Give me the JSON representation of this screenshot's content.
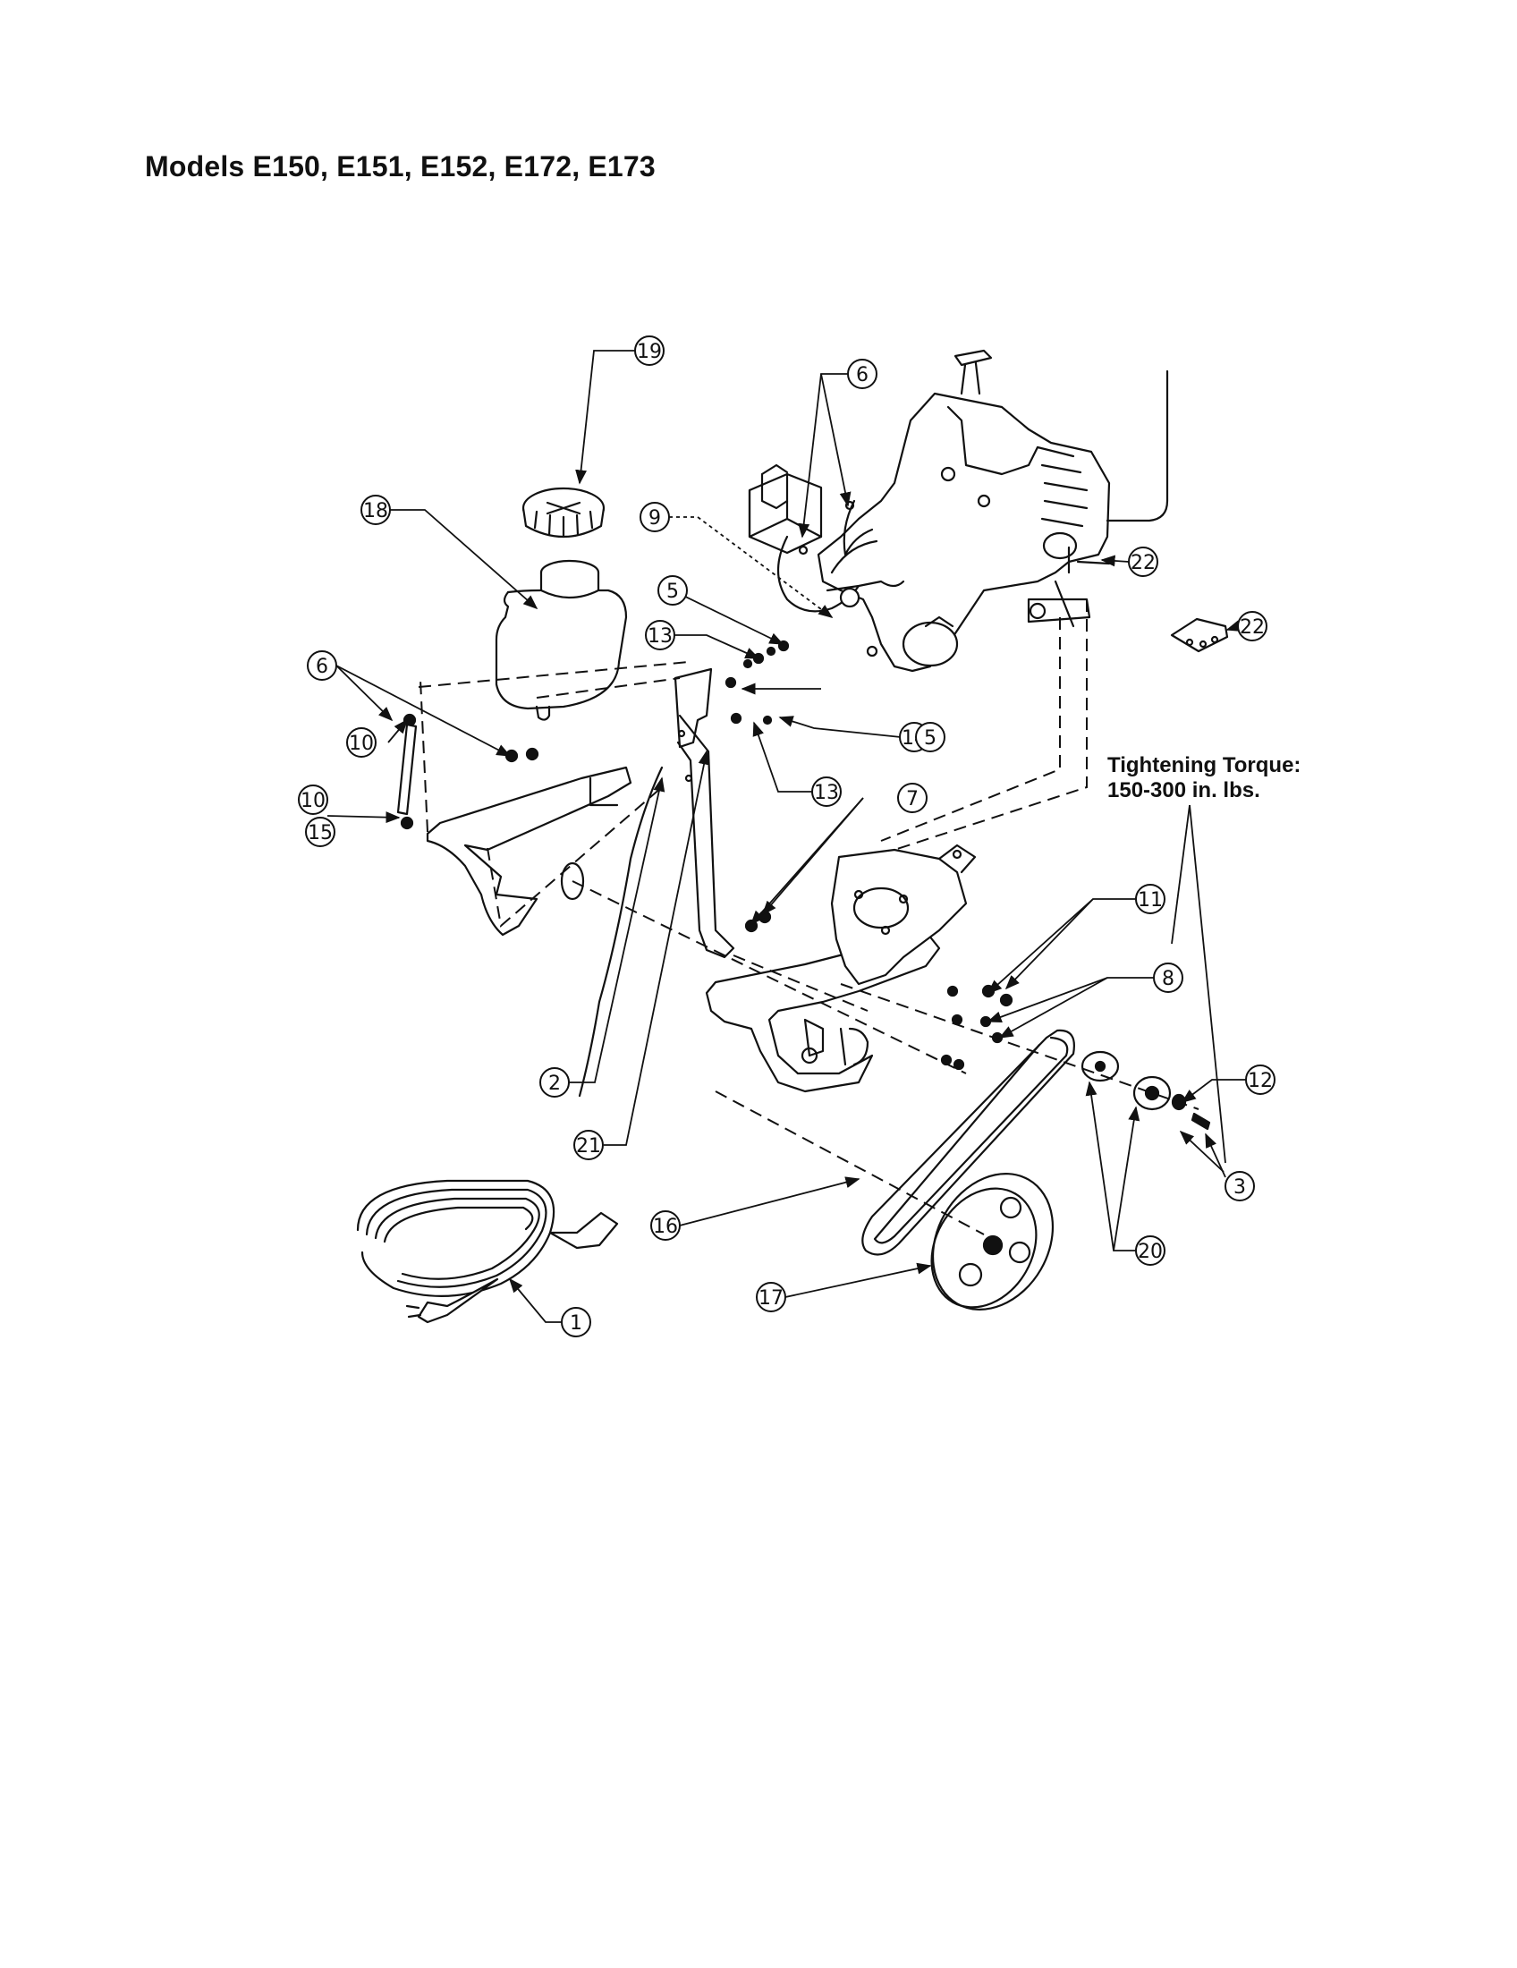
{
  "page": {
    "title": "Models E150, E151, E152, E172, E173"
  },
  "torque_note": {
    "line1": "Tightening Torque:",
    "line2": "150-300 in. lbs."
  },
  "callouts": [
    {
      "id": "c1",
      "label": "1"
    },
    {
      "id": "c2",
      "label": "2"
    },
    {
      "id": "c3",
      "label": "3"
    },
    {
      "id": "c5a",
      "label": "5"
    },
    {
      "id": "c5b",
      "label": "5"
    },
    {
      "id": "c6a",
      "label": "6"
    },
    {
      "id": "c6b",
      "label": "6"
    },
    {
      "id": "c7",
      "label": "7"
    },
    {
      "id": "c8",
      "label": "8"
    },
    {
      "id": "c9",
      "label": "9"
    },
    {
      "id": "c10a",
      "label": "10"
    },
    {
      "id": "c10b",
      "label": "10"
    },
    {
      "id": "c11",
      "label": "11"
    },
    {
      "id": "c12",
      "label": "12"
    },
    {
      "id": "c13a",
      "label": "13"
    },
    {
      "id": "c13b",
      "label": "13"
    },
    {
      "id": "c14",
      "label": "14"
    },
    {
      "id": "c15",
      "label": "15"
    },
    {
      "id": "c16",
      "label": "16"
    },
    {
      "id": "c17",
      "label": "17"
    },
    {
      "id": "c18",
      "label": "18"
    },
    {
      "id": "c19",
      "label": "19"
    },
    {
      "id": "c20",
      "label": "20"
    },
    {
      "id": "c21",
      "label": "21"
    },
    {
      "id": "c22a",
      "label": "22"
    },
    {
      "id": "c22b",
      "label": "22"
    }
  ]
}
